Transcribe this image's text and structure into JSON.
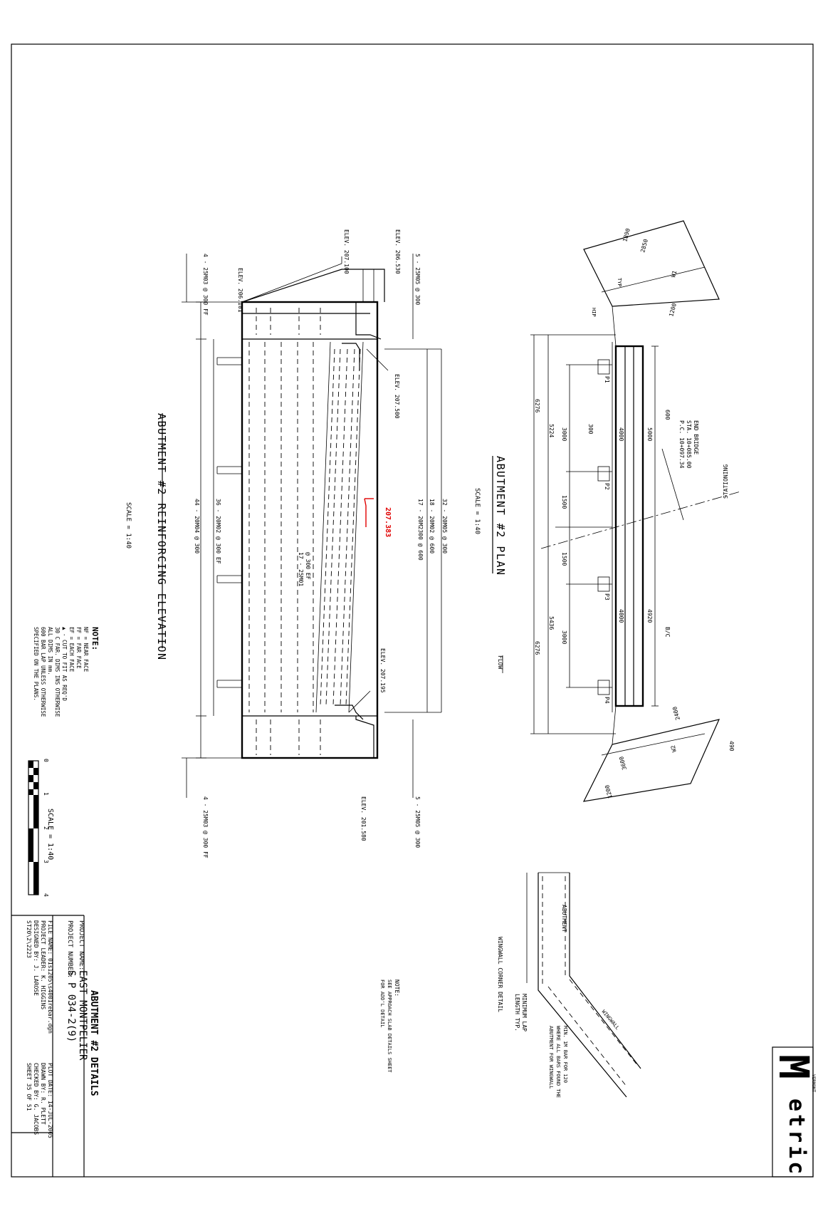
{
  "sheet": {
    "title": "ABUTMENT #2 DETAILS",
    "project_name_label": "PROJECT NAME:",
    "project_name": "EAST MONTPELIER",
    "project_number_label": "PROJECT NUMBER:",
    "project_number": "S P 034-2(9)",
    "file_name": "FILE NAME: 01s1205\\s4001rebar.dgn",
    "project_leader": "PROJECT LEADER: K. HIGGINS",
    "designed_by": "DESIGNED BY:   J. LAROSE",
    "detail_sheet": "ST20\\2\\2223",
    "plot_date": "PLOT DATE: 14-JUL-2005",
    "drawn_by": "DRAWN BY: R. PLETT",
    "checked_by": "CHECKED BY: G. JACOBS",
    "sheet_number": "SHEET 35 OF 51",
    "logo_letter": "M",
    "logo_word": "etric",
    "logo_small": "VERMONT"
  },
  "elevation": {
    "title": "ABUTMENT #2 REINFORCING ELEVATION",
    "scale": "SCALE = 1:40",
    "elev_left_top": "ELEV. 206.530",
    "elev_left_top2": "ELEV. 207.100",
    "elev_left_bottom": "ELEV. 206.101",
    "elev_mid_top": "ELEV. 207.500",
    "elev_mid_bottom": "ELEV. 207.195",
    "elev_right": "ELEV. 201.580",
    "elev_red": "207.383",
    "label_bars_top": "5 - 25M05 @ 300",
    "label_bars_top2": "4 - 25M03 @ 300 FF",
    "label_bars_bot": "5 - 25M05 @ 300",
    "label_bars_bot2": "4 - 25M03 @ 300 FF",
    "label_32": "32 - 20M05 @ 300",
    "label_18": "18 - 20M02 @ 600",
    "label_17": "17 - 20M2300 @ 600",
    "label_36": "36 - 20M02 @ 300 EF",
    "label_44": "44 - 20M04 @ 300",
    "label_mid": "17 - 25M01",
    "label_mid2": "@ 300 EF"
  },
  "notes": {
    "title": "NOTE:",
    "lines": [
      "NF = NEAR FACE",
      "FF = FAR FACE",
      "EF = EACH FACE",
      "▲ - CUT TO FIT AS REQ'D",
      "30 C FAR. DIMS INS OTHERWISE",
      "ALL DIMS IN mm.",
      "600 BAR LAP UNLESS OTHERWISE",
      "SPECIFIED ON THE PLANS."
    ]
  },
  "scale_bar": {
    "label": "SCALE = 1:40",
    "ticks": [
      "0",
      "1",
      "2",
      "3",
      "4"
    ]
  },
  "plan": {
    "title": "ABUTMENT #2 PLAN",
    "scale": "SCALE = 1:40",
    "dims_outer": [
      "5224",
      "5436"
    ],
    "dims_outer2": [
      "6276",
      "6276"
    ],
    "dims_inner": [
      "3000",
      "1500",
      "1500",
      "3000"
    ],
    "dim_300": "300",
    "dim_4000a": "4000",
    "dim_4000b": "4000",
    "dim_5000": "5000",
    "dim_4920": "4920",
    "dim_600": "600",
    "end_bridge": "END BRIDGE",
    "sta": "STA. 10+085.00",
    "pc": "P.C. 10+097.34",
    "stationing": "STATIONING",
    "bc": "B/C",
    "flow": "FLOW",
    "p_labels": [
      "P1",
      "P2",
      "P3",
      "P4"
    ],
    "wing_labels": [
      "W1",
      "W2"
    ],
    "wing_dims": [
      "1890",
      "2850",
      "1200",
      "2400",
      "3600",
      "1200",
      "490"
    ],
    "typ": "TYP",
    "hip": "HIP"
  },
  "corner": {
    "title": "WINGWALL CORNER DETAIL",
    "min_lap": "MINIMUM LAP",
    "length": "LENGTH TYP.",
    "abutment": "ABUTMENT",
    "wingwall": "WINGWALL",
    "note1": "MIN. 1M BAR FOR 120",
    "note2": "WHERE ALL BARS FOUND THE",
    "note3": "ABUTMENT FOR WINGWALL"
  },
  "approach_note": {
    "title": "NOTE:",
    "line1": "SEE APPROACH SLAB DETAILS SHEET",
    "line2": "FOR ADD'L DETAIL"
  }
}
